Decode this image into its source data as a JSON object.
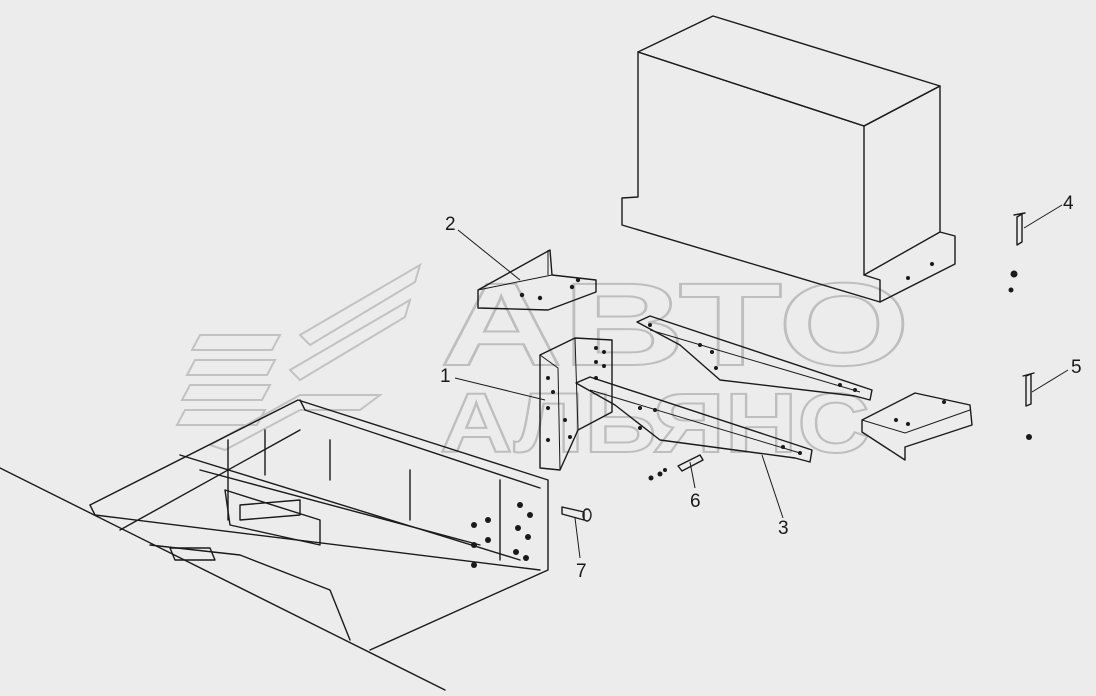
{
  "watermark": {
    "line1": "АВТО",
    "line2": "АЛЬЯНС",
    "logo_icon": "avto-alyans-logo-icon"
  },
  "callouts": [
    {
      "id": "1",
      "label": "1"
    },
    {
      "id": "2",
      "label": "2"
    },
    {
      "id": "3",
      "label": "3"
    },
    {
      "id": "4",
      "label": "4"
    },
    {
      "id": "5",
      "label": "5"
    },
    {
      "id": "6",
      "label": "6"
    },
    {
      "id": "7",
      "label": "7"
    }
  ],
  "colors": {
    "background": "#ececec",
    "line": "#1a1a1a",
    "watermark": "#9a9a9a"
  }
}
